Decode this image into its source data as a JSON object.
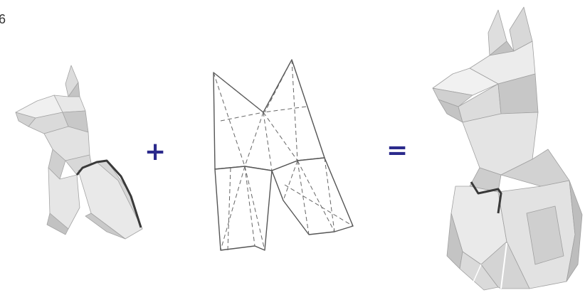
{
  "figure": {
    "corner_label": "6",
    "operators": {
      "plus": "+",
      "equals": "="
    },
    "colors": {
      "operator": "#2b2a8c",
      "model_light": "#ececec",
      "model_mid": "#d6d6d6",
      "model_dark": "#b9b9b9",
      "model_edge": "#9a9a9a",
      "seam": "#3a3a3a",
      "net_outline": "#555555"
    },
    "items": [
      {
        "name": "partial-dog-model",
        "icon": "papercraft-dog-partial"
      },
      {
        "name": "unfolded-net",
        "icon": "papercraft-net-with-fold-lines"
      },
      {
        "name": "completed-dog-model",
        "icon": "papercraft-dog-complete"
      }
    ]
  }
}
